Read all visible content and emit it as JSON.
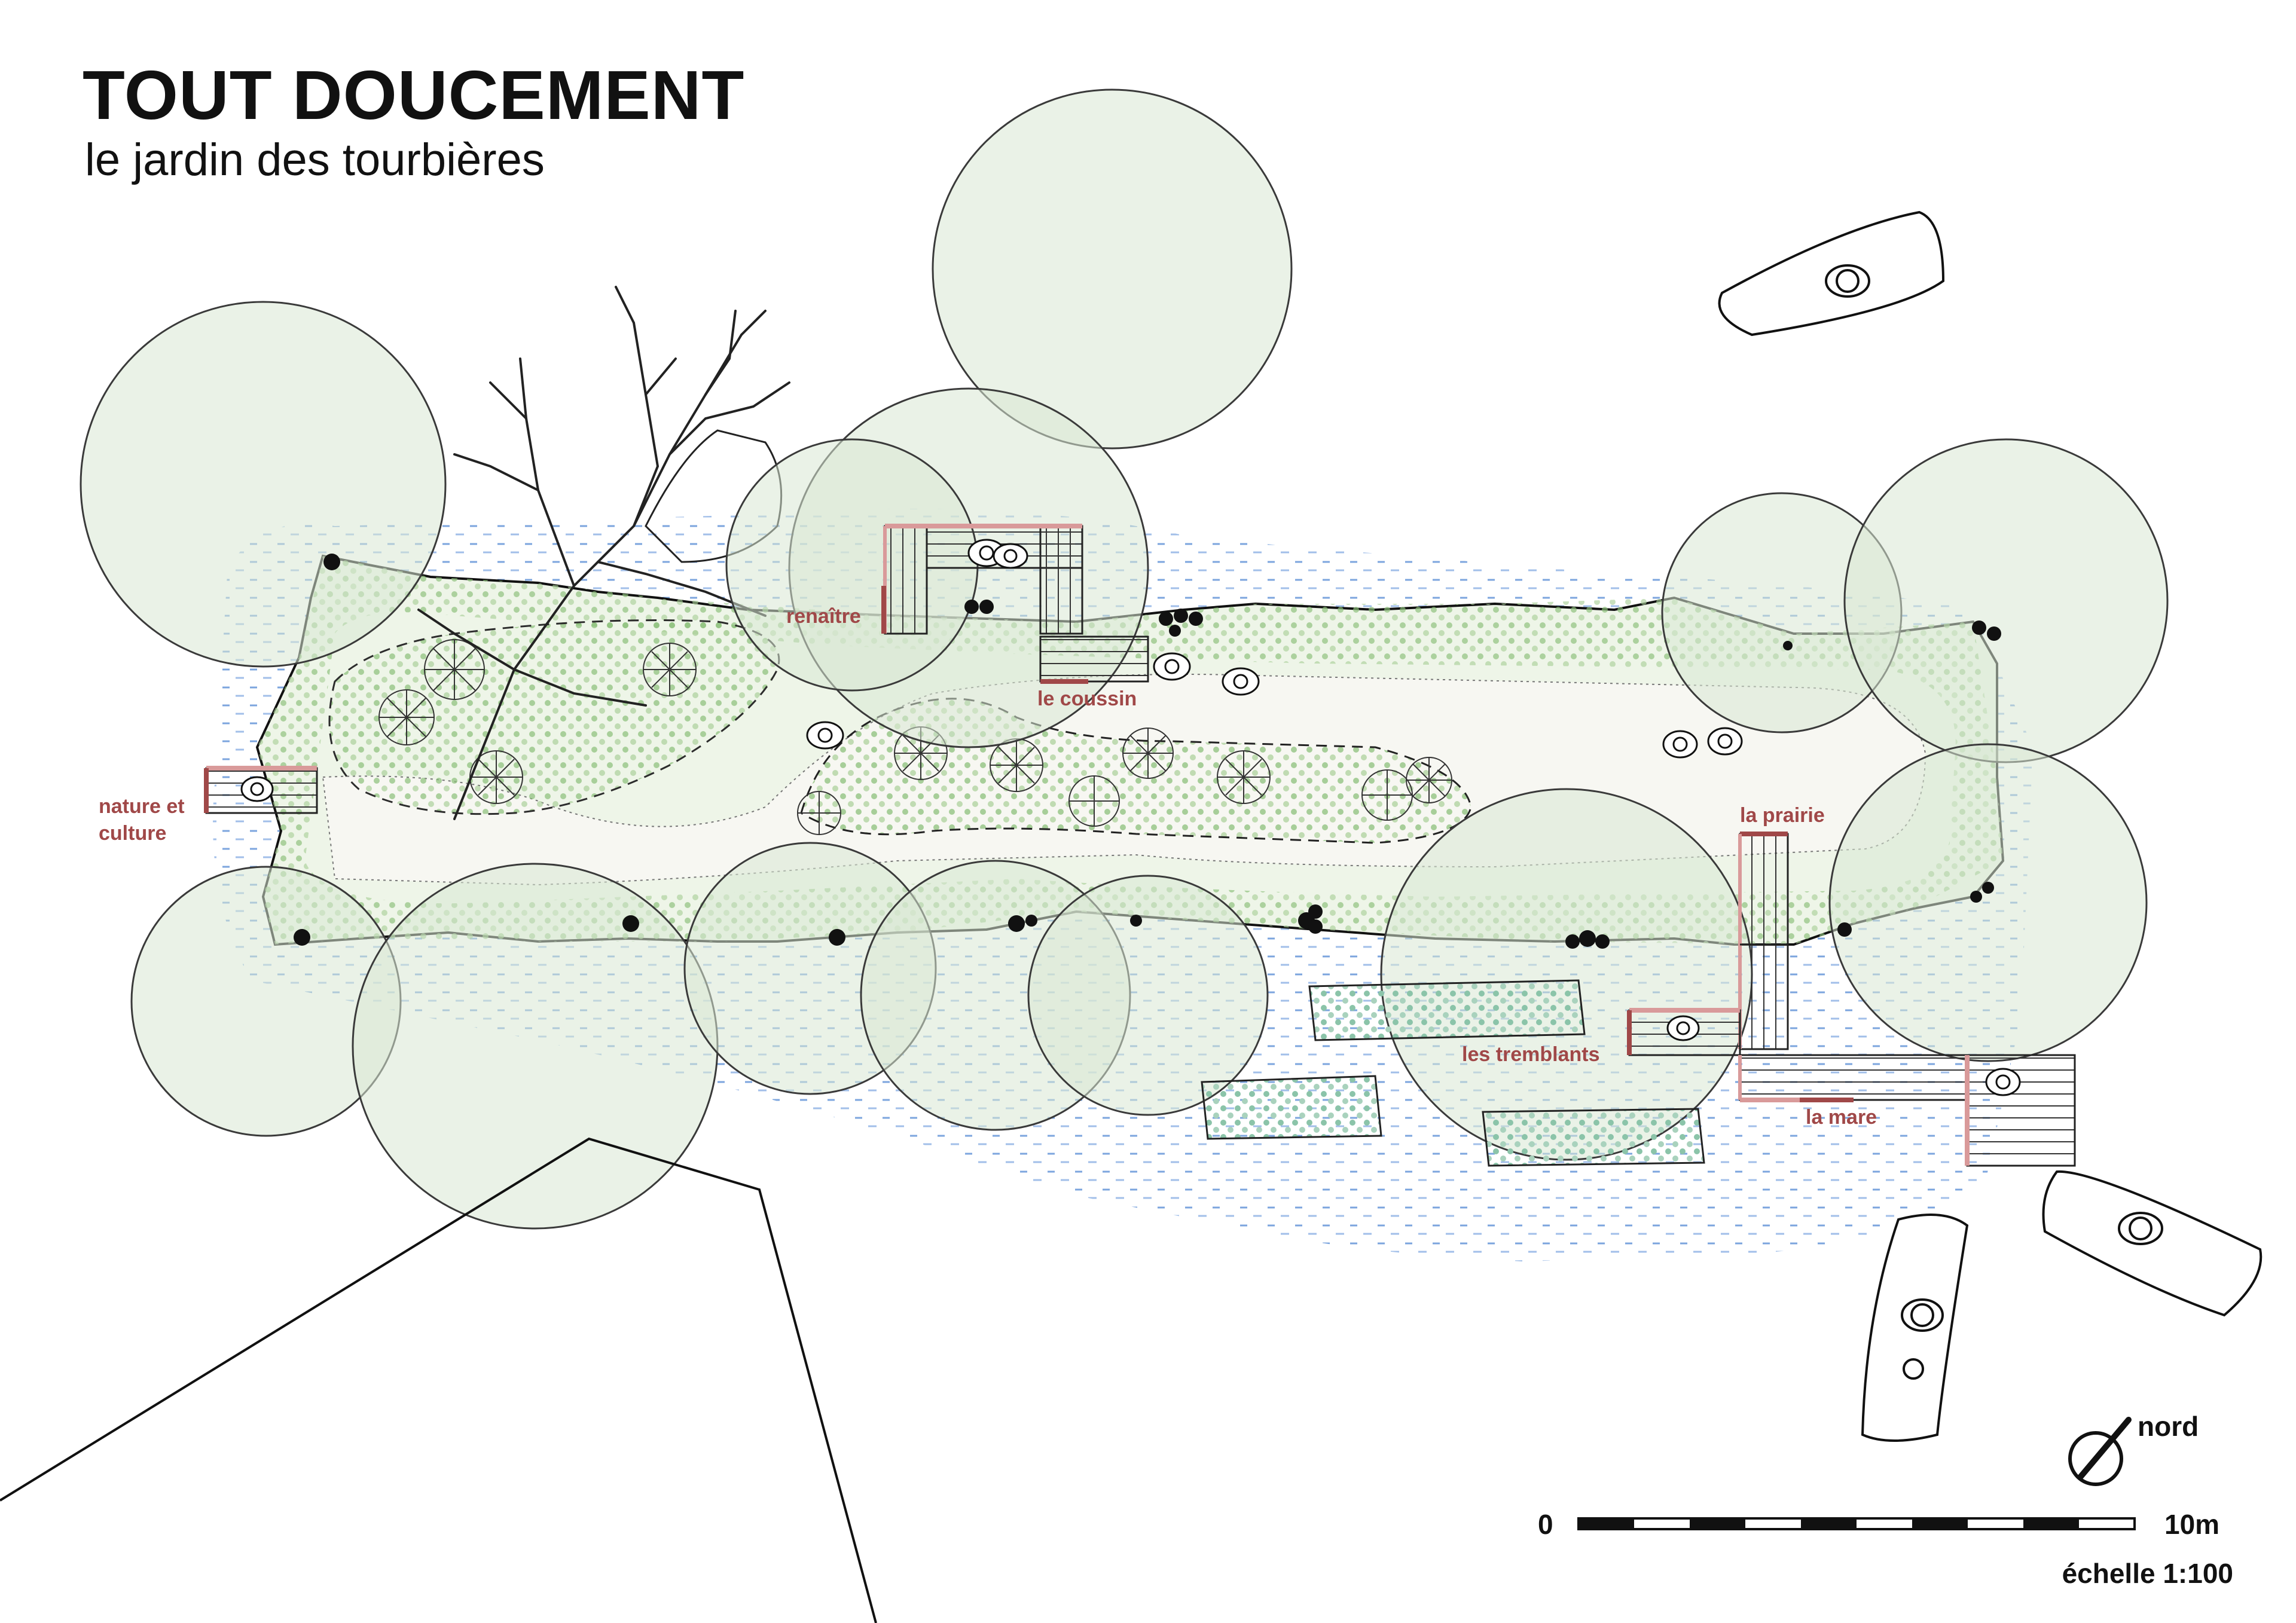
{
  "header": {
    "title": "TOUT DOUCEMENT",
    "subtitle": "le jardin des tourbières"
  },
  "zones": {
    "nature_et_culture": [
      "nature et",
      "culture"
    ],
    "renaitre": "renaître",
    "le_coussin": "le coussin",
    "la_prairie": "la prairie",
    "les_tremblants": "les tremblants",
    "la_mare": "la mare"
  },
  "legend": {
    "north": "nord",
    "scale_start": "0",
    "scale_end": "10m",
    "scale_ratio": "échelle 1:100"
  },
  "colors": {
    "canopy_fill": "#d9e8d4",
    "canopy_stroke": "#3a3a3a",
    "garden_fill": "#eef5e8",
    "dot_green": "#8cc07a",
    "water_blue": "#5b8fd6",
    "deck_pink": "#d99a9a",
    "label_red": "#a04848",
    "tremblant_fill": "#cfe6dc"
  }
}
